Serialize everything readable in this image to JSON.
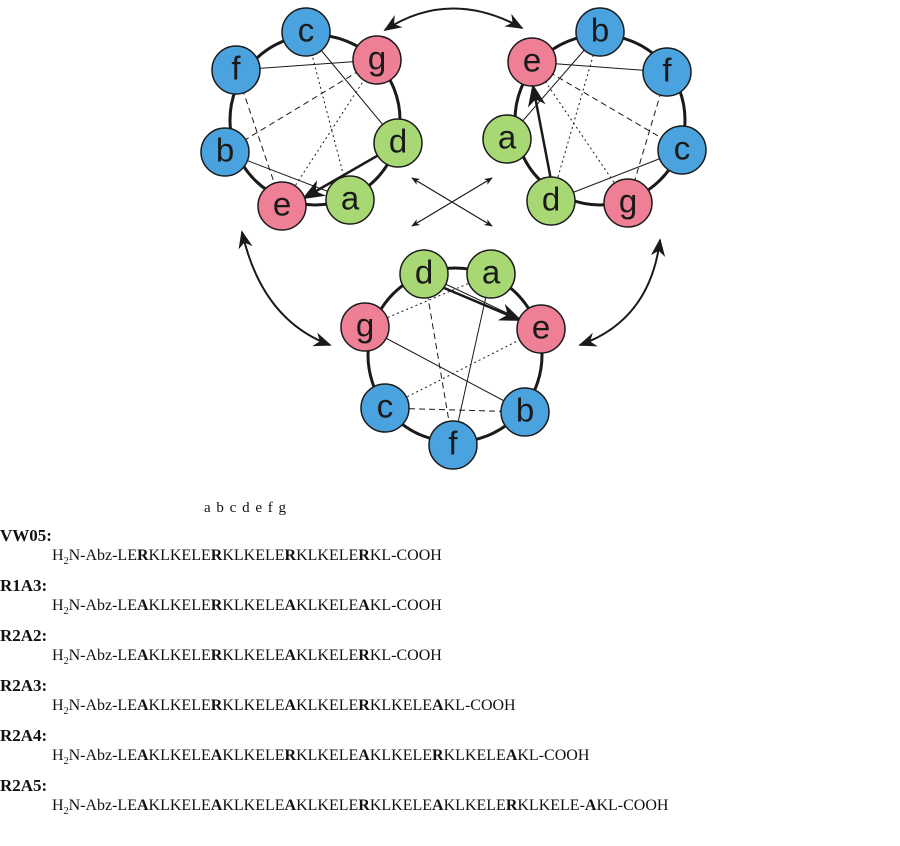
{
  "colors": {
    "a_d": "#a8d874",
    "e_g": "#ee7f94",
    "b_c_f": "#4aa3de",
    "stroke": "#1a1a1a"
  },
  "helices": [
    {
      "id": "helix-top-left",
      "residues": [
        {
          "label": "c",
          "group": "b_c_f"
        },
        {
          "label": "g",
          "group": "e_g"
        },
        {
          "label": "d",
          "group": "a_d"
        },
        {
          "label": "a",
          "group": "a_d"
        },
        {
          "label": "e",
          "group": "e_g"
        },
        {
          "label": "b",
          "group": "b_c_f"
        },
        {
          "label": "f",
          "group": "b_c_f"
        }
      ]
    },
    {
      "id": "helix-top-right",
      "residues": [
        {
          "label": "b",
          "group": "b_c_f"
        },
        {
          "label": "f",
          "group": "b_c_f"
        },
        {
          "label": "c",
          "group": "b_c_f"
        },
        {
          "label": "g",
          "group": "e_g"
        },
        {
          "label": "d",
          "group": "a_d"
        },
        {
          "label": "a",
          "group": "a_d"
        },
        {
          "label": "e",
          "group": "e_g"
        }
      ]
    },
    {
      "id": "helix-bottom",
      "residues": [
        {
          "label": "d",
          "group": "a_d"
        },
        {
          "label": "a",
          "group": "a_d"
        },
        {
          "label": "e",
          "group": "e_g"
        },
        {
          "label": "b",
          "group": "b_c_f"
        },
        {
          "label": "f",
          "group": "b_c_f"
        },
        {
          "label": "c",
          "group": "b_c_f"
        },
        {
          "label": "g",
          "group": "e_g"
        }
      ]
    }
  ],
  "heptad_positions": "a b c d e f g",
  "peptides": [
    {
      "name": "VW05:",
      "segments": [
        {
          "t": "H"
        },
        {
          "t": "2",
          "sub": true
        },
        {
          "t": "N-Abz-LE"
        },
        {
          "t": "R",
          "b": true
        },
        {
          "t": "KLKELE"
        },
        {
          "t": "R",
          "b": true
        },
        {
          "t": "KLKELE"
        },
        {
          "t": "R",
          "b": true
        },
        {
          "t": "KLKELE"
        },
        {
          "t": "R",
          "b": true
        },
        {
          "t": "KL-COOH"
        }
      ]
    },
    {
      "name": "R1A3:",
      "segments": [
        {
          "t": "H"
        },
        {
          "t": "2",
          "sub": true
        },
        {
          "t": "N-Abz-LE"
        },
        {
          "t": "A",
          "b": true
        },
        {
          "t": "KLKELE"
        },
        {
          "t": "R",
          "b": true
        },
        {
          "t": "KLKELE"
        },
        {
          "t": "A",
          "b": true
        },
        {
          "t": "KLKELE"
        },
        {
          "t": "A",
          "b": true
        },
        {
          "t": "KL-COOH"
        }
      ]
    },
    {
      "name": "R2A2:",
      "segments": [
        {
          "t": "H"
        },
        {
          "t": "2",
          "sub": true
        },
        {
          "t": "N-Abz-LE"
        },
        {
          "t": "A",
          "b": true
        },
        {
          "t": "KLKELE"
        },
        {
          "t": "R",
          "b": true
        },
        {
          "t": "KLKELE"
        },
        {
          "t": "A",
          "b": true
        },
        {
          "t": "KLKELE"
        },
        {
          "t": "R",
          "b": true
        },
        {
          "t": "KL-COOH"
        }
      ]
    },
    {
      "name": "R2A3:",
      "segments": [
        {
          "t": "H"
        },
        {
          "t": "2",
          "sub": true
        },
        {
          "t": "N-Abz-LE"
        },
        {
          "t": "A",
          "b": true
        },
        {
          "t": "KLKELE"
        },
        {
          "t": "R",
          "b": true
        },
        {
          "t": "KLKELE"
        },
        {
          "t": "A",
          "b": true
        },
        {
          "t": "KLKELE"
        },
        {
          "t": "R",
          "b": true
        },
        {
          "t": "KLKELE"
        },
        {
          "t": "A",
          "b": true
        },
        {
          "t": "KL-COOH"
        }
      ]
    },
    {
      "name": "R2A4:",
      "segments": [
        {
          "t": "H"
        },
        {
          "t": "2",
          "sub": true
        },
        {
          "t": "N-Abz-LE"
        },
        {
          "t": "A",
          "b": true
        },
        {
          "t": "KLKELE"
        },
        {
          "t": "A",
          "b": true
        },
        {
          "t": "KLKELE"
        },
        {
          "t": "R",
          "b": true
        },
        {
          "t": "KLKELE"
        },
        {
          "t": "A",
          "b": true
        },
        {
          "t": "KLKELE"
        },
        {
          "t": "R",
          "b": true
        },
        {
          "t": "KLKELE"
        },
        {
          "t": "A",
          "b": true
        },
        {
          "t": "KL-COOH"
        }
      ]
    },
    {
      "name": "R2A5:",
      "segments": [
        {
          "t": "H"
        },
        {
          "t": "2",
          "sub": true
        },
        {
          "t": "N-Abz-LE"
        },
        {
          "t": "A",
          "b": true
        },
        {
          "t": "KLKELE"
        },
        {
          "t": "A",
          "b": true
        },
        {
          "t": "KLKELE"
        },
        {
          "t": "A",
          "b": true
        },
        {
          "t": "KLKELE"
        },
        {
          "t": "R",
          "b": true
        },
        {
          "t": "KLKELE"
        },
        {
          "t": "A",
          "b": true
        },
        {
          "t": "KLKELE"
        },
        {
          "t": "R",
          "b": true
        },
        {
          "t": "KLKELE-"
        },
        {
          "t": "A",
          "b": true
        },
        {
          "t": "KL-COOH"
        }
      ]
    }
  ]
}
